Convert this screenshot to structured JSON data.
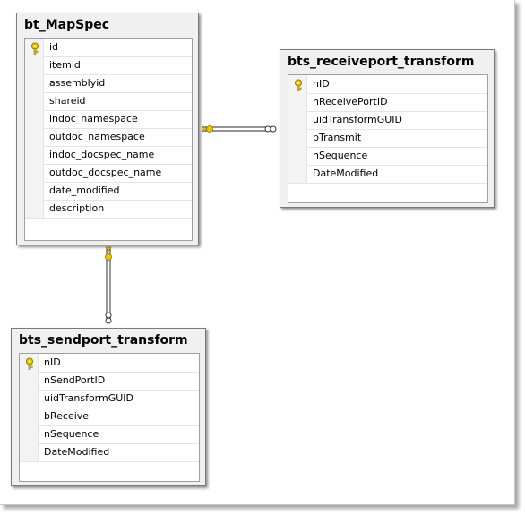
{
  "diagram": {
    "tables": [
      {
        "id": "bt_mapspec",
        "name": "bt_MapSpec",
        "columns": [
          {
            "name": "id",
            "pk": true
          },
          {
            "name": "itemid",
            "pk": false
          },
          {
            "name": "assemblyid",
            "pk": false
          },
          {
            "name": "shareid",
            "pk": false
          },
          {
            "name": "indoc_namespace",
            "pk": false
          },
          {
            "name": "outdoc_namespace",
            "pk": false
          },
          {
            "name": "indoc_docspec_name",
            "pk": false
          },
          {
            "name": "outdoc_docspec_name",
            "pk": false
          },
          {
            "name": "date_modified",
            "pk": false
          },
          {
            "name": "description",
            "pk": false
          }
        ]
      },
      {
        "id": "bts_receiveport_transform",
        "name": "bts_receiveport_transform",
        "columns": [
          {
            "name": "nID",
            "pk": true
          },
          {
            "name": "nReceivePortID",
            "pk": false
          },
          {
            "name": "uidTransformGUID",
            "pk": false
          },
          {
            "name": "bTransmit",
            "pk": false
          },
          {
            "name": "nSequence",
            "pk": false
          },
          {
            "name": "DateModified",
            "pk": false
          }
        ]
      },
      {
        "id": "bts_sendport_transform",
        "name": "bts_sendport_transform",
        "columns": [
          {
            "name": "nID",
            "pk": true
          },
          {
            "name": "nSendPortID",
            "pk": false
          },
          {
            "name": "uidTransformGUID",
            "pk": false
          },
          {
            "name": "bReceive",
            "pk": false
          },
          {
            "name": "nSequence",
            "pk": false
          },
          {
            "name": "DateModified",
            "pk": false
          }
        ]
      }
    ],
    "relationships": [
      {
        "from": "bt_mapspec",
        "to": "bts_receiveport_transform",
        "one_end": "key-icon",
        "many_end": "infinity-icon"
      },
      {
        "from": "bt_mapspec",
        "to": "bts_sendport_transform",
        "one_end": "key-icon",
        "many_end": "infinity-icon"
      }
    ],
    "colors": {
      "box_bg": "#f0f0f0",
      "grid_bg": "#ffffff",
      "key": "#e8c800",
      "line": "#555555"
    }
  }
}
